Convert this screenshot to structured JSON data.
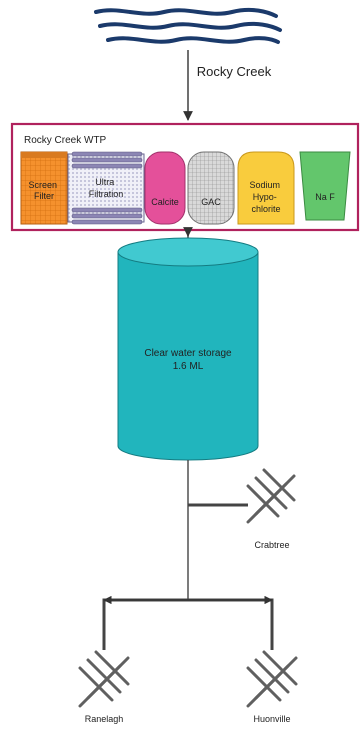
{
  "source": {
    "name": "Rocky Creek",
    "icon": "water-waves-icon"
  },
  "plant": {
    "title": "Rocky Creek WTP",
    "stages": [
      {
        "lines": [
          "Screen",
          "Filter"
        ],
        "color": "#f5912d"
      },
      {
        "lines": [
          "Ultra",
          "Filtration"
        ],
        "color": "#8c86b4"
      },
      {
        "lines": [
          "Calcite"
        ],
        "color": "#e4509a"
      },
      {
        "lines": [
          "GAC"
        ],
        "color": "#c8c8c8"
      },
      {
        "lines": [
          "Sodium",
          "Hypo-",
          "chlorite"
        ],
        "color": "#f9cc3d"
      },
      {
        "lines": [
          "Na F"
        ],
        "color": "#63c66c"
      }
    ]
  },
  "storage": {
    "label": "Clear water storage",
    "capacity": "1.6 ML",
    "color": "#21b5bd"
  },
  "distribution": {
    "areas": [
      {
        "name": "Crabtree",
        "icon": "network-mesh-icon"
      },
      {
        "name": "Ranelagh",
        "icon": "network-mesh-icon"
      },
      {
        "name": "Huonville",
        "icon": "network-mesh-icon"
      }
    ]
  },
  "colors": {
    "plant_border": "#b0225d",
    "water": "#1b3a6b",
    "pipe": "#444444",
    "mesh": "#606060"
  }
}
